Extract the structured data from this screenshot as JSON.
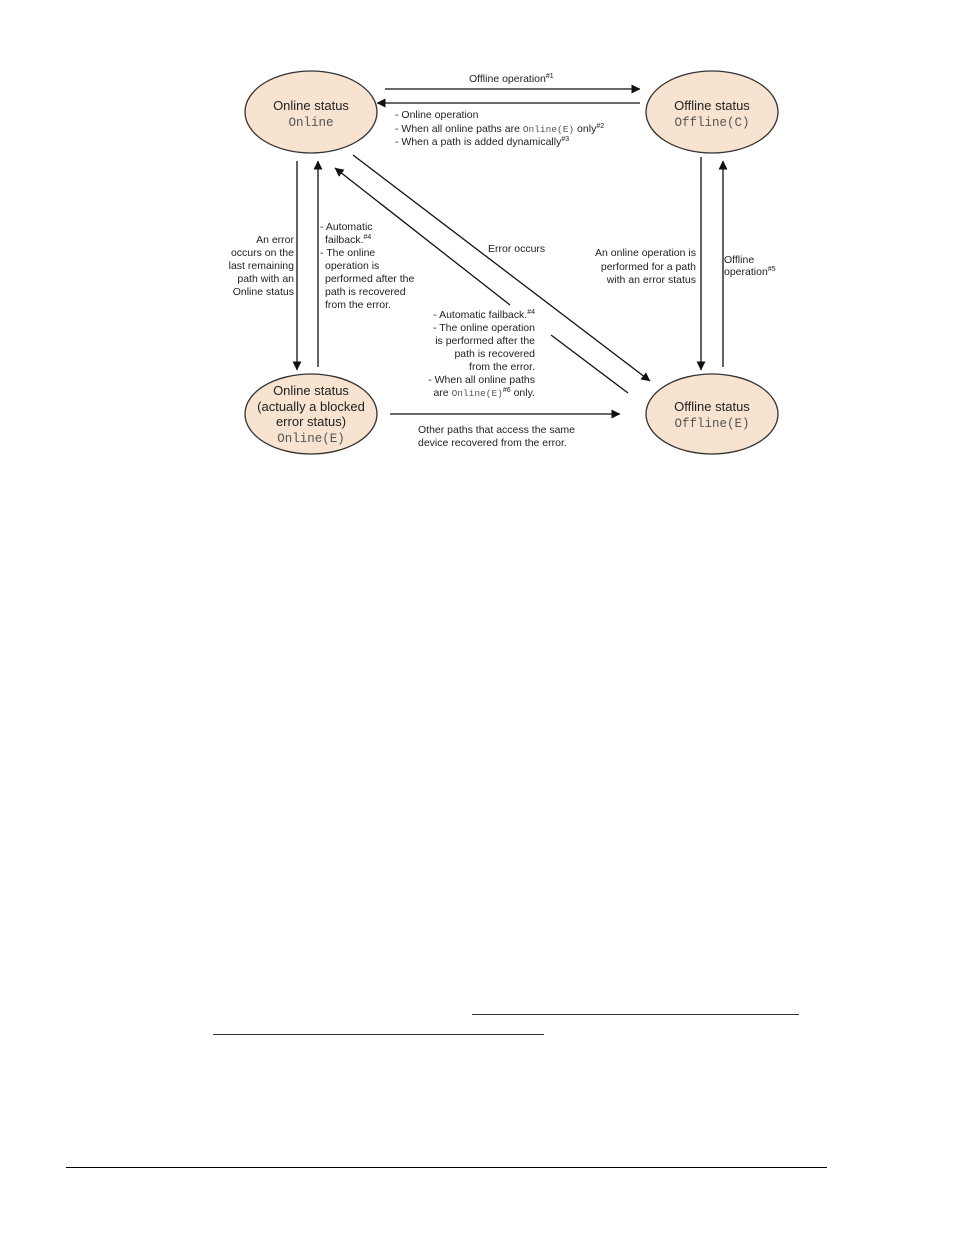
{
  "diagram": {
    "states": {
      "online": {
        "title": "Online status",
        "code": "Online"
      },
      "offline_c": {
        "title": "Offline status",
        "code": "Offline(C)"
      },
      "online_e": {
        "title_lines": [
          "Online status",
          "(actually a blocked",
          "error status)"
        ],
        "code": "Online(E)"
      },
      "offline_e": {
        "title": "Offline status",
        "code": "Offline(E)"
      }
    },
    "transitions": {
      "online_to_offline_c": {
        "text": "Offline operation",
        "note": "#1"
      },
      "offline_c_to_online": {
        "line1": "- Online operation",
        "line2_pre": "- When all online paths are ",
        "line2_code": "Online(E)",
        "line2_post": " only",
        "line2_note": "#2",
        "line3": "- When a path is added dynamically",
        "line3_note": "#3"
      },
      "online_to_online_e": {
        "lines": [
          "An error",
          "occurs on the",
          "last remaining",
          "path with an",
          "Online status"
        ]
      },
      "online_e_to_online": {
        "line1": "- Automatic",
        "line2": "failback.",
        "line2_note": "#4",
        "lines_rest": [
          "- The online",
          "operation is",
          "performed after the",
          "path is recovered",
          "from the error."
        ]
      },
      "online_to_offline_e": {
        "text": "Error occurs"
      },
      "offline_e_to_online": {
        "line1": "- Automatic failback.",
        "line1_note": "#4",
        "lines_mid": [
          "- The online operation",
          "is performed after the",
          "path is recovered",
          "from the error.",
          "- When all online paths"
        ],
        "last_pre": "are ",
        "last_code": "Online(E)",
        "last_note": "#6",
        "last_post": " only."
      },
      "online_e_to_offline_e": {
        "lines": [
          "Other paths that access the same",
          "device recovered from the error."
        ]
      },
      "offline_c_to_offline_e": {
        "lines": [
          "An online operation is",
          "performed for a path",
          "with an error status"
        ]
      },
      "offline_e_to_offline_c": {
        "line1": "Offline",
        "line2": "operation",
        "note": "#5"
      }
    }
  }
}
